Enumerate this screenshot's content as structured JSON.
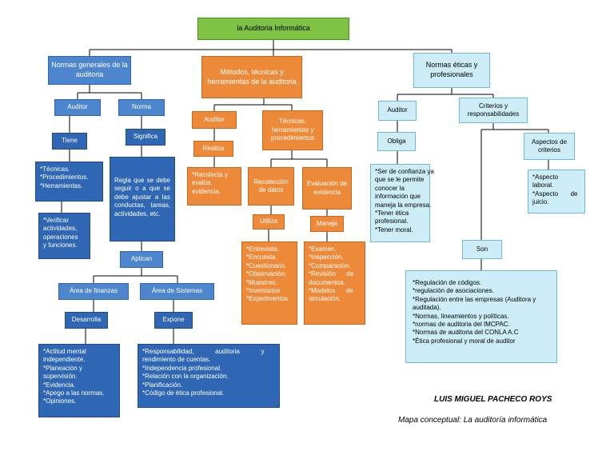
{
  "title": "la Auditoria Informática",
  "branches": {
    "left": {
      "header": "Normas generales de la auditoria",
      "auditor": {
        "label": "Auditor",
        "tiene": "Tiene",
        "items": [
          "*Técnicas.",
          "*Procedimientos.",
          "*Herramientas."
        ],
        "items2": [
          "*Verificar",
          "actividades,",
          "operaciones",
          "y funciones."
        ]
      },
      "norma": {
        "label": "Norma",
        "significa": "Significa",
        "definition": "Regla que se debe seguir o a que se debe ajustar a las conductas, tareas, actividades, etc."
      },
      "aplican": "Aplican",
      "finanzas": {
        "label": "Área de finanzas",
        "desarrolla": "Desarrolla",
        "items": [
          "*Actitud mental",
          "independiente.",
          "*Planeación y",
          "supervisión.",
          "*Evidencia.",
          "*Apego a las normas.",
          "*Opiniones."
        ]
      },
      "sistemas": {
        "label": "Área de Sistemas",
        "expone": "Expone",
        "items": [
          "*Responsabilidad,            auditoria            y",
          "rendimiento de cuentas.",
          "*Independencia profesional.",
          "*Relación con la organización.",
          "*Planificación.",
          "*Código de ética profesional."
        ]
      }
    },
    "center": {
      "header": "Métodos, técnicas y herramientas de la auditoria",
      "auditor": {
        "label": "Auditor",
        "realiza": "Realiza",
        "items": [
          "*Recolecta y",
          "evalúa",
          "evidencia."
        ]
      },
      "tecnicas": {
        "label": "Técnicas, herramientas y procedimientos",
        "recoleccion": {
          "label": "Recolección de datos",
          "utiliza": "Utiliza",
          "items": [
            "*Entrevista.",
            "*Encuesta.",
            "*Cuestionario.",
            "*Observación.",
            "*Muestreo.",
            "*Inventarios",
            "*Experimentos"
          ]
        },
        "evaluacion": {
          "label": "Evaluación de evidencia",
          "maneja": "Maneja",
          "items": [
            "*Examen.",
            "*Inspección.",
            "*Comparación.",
            "*Revisión      de",
            "documentos.",
            "*Modelos      de",
            "simulación."
          ]
        }
      }
    },
    "right": {
      "header": "Normas éticas y profesionales",
      "auditor": {
        "label": "Auditor",
        "obliga": "Obliga",
        "items": [
          "*Ser de confianza ya",
          "que se le permite",
          "conocer la",
          "información que",
          "maneja la empresa.",
          "*Tener ética",
          "profesional.",
          "*Tener moral."
        ]
      },
      "criterios": {
        "label": "Criterios y responsabilidades",
        "aspectos": {
          "label": "Aspectos de criterios",
          "items": [
            "*Aspecto",
            "laboral.",
            "*Aspecto       de",
            "juicio."
          ]
        },
        "son": "Son",
        "items": [
          "*Regulación de códigos.",
          "*regulación de asociaciones.",
          "*Regulación entre las empresas (Auditora y",
          "auditada).",
          "*Normas, lineamientos y políticas.",
          "*normas de auditoria del IMCPAC.",
          "*Normas de auditoria del CONLA A.C",
          "*Ética profesional y moral de auditor"
        ]
      }
    }
  },
  "author": "LUIS MIGUEL PACHECO ROYS",
  "caption": "Mapa conceptual: La auditoría informática"
}
